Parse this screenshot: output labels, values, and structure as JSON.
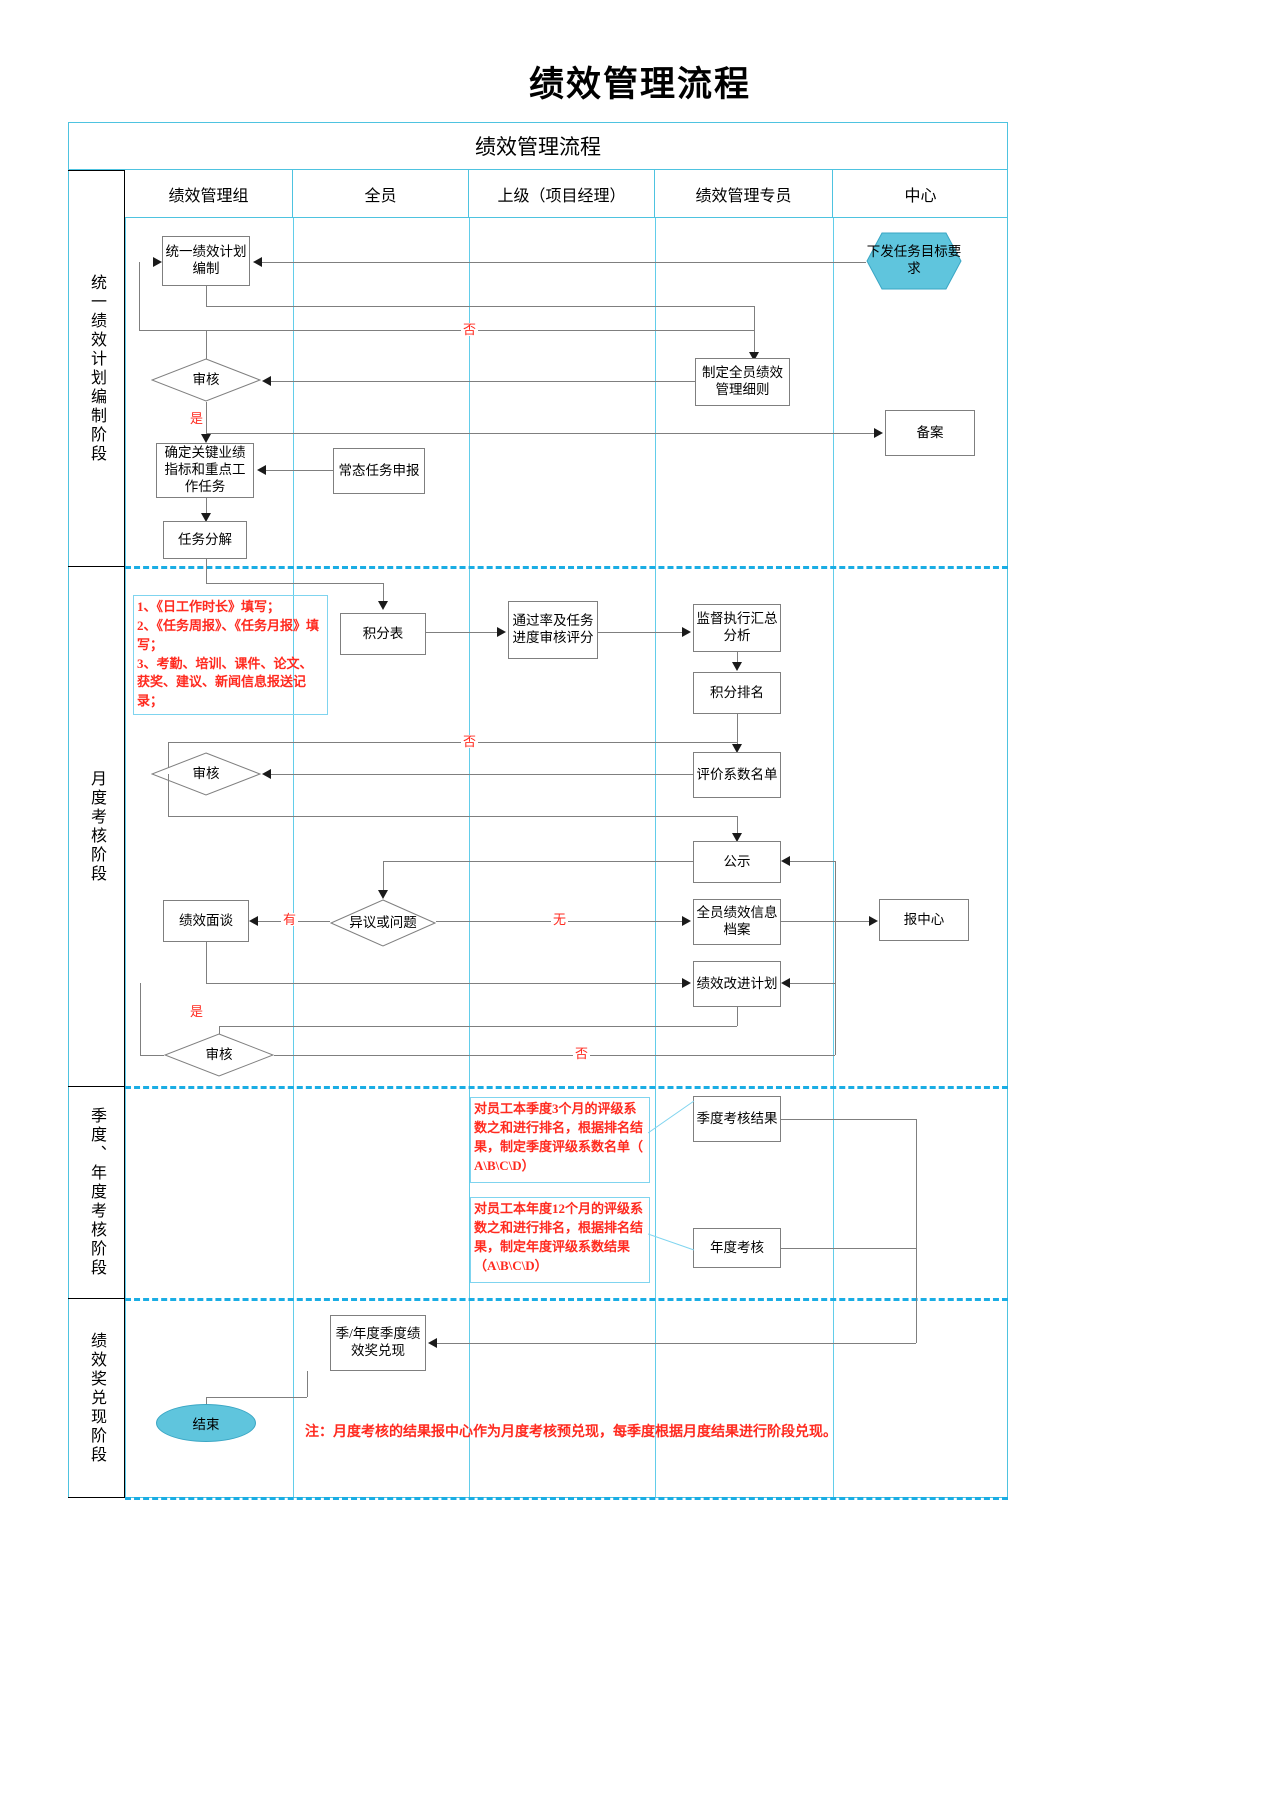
{
  "title": "绩效管理流程",
  "banner": "绩效管理流程",
  "columns": [
    {
      "label": "绩效管理组"
    },
    {
      "label": "全员"
    },
    {
      "label": "上级（项目经理）"
    },
    {
      "label": "绩效管理专员"
    },
    {
      "label": "中心"
    }
  ],
  "stages": [
    {
      "label": "统一绩效计划编制阶段"
    },
    {
      "label": "月度考核阶段"
    },
    {
      "label": "季度、年度考核阶段"
    },
    {
      "label": "绩效奖兑现阶段"
    }
  ],
  "nodes": {
    "unified_plan": "统一绩效计划编制",
    "issue_task_goal": "下发任务目标要求",
    "review1": "审核",
    "make_rules": "制定全员绩效管理细则",
    "filing": "备案",
    "key_kpi": "确定关键业绩指标和重点工作任务",
    "normal_task_report": "常态任务申报",
    "task_breakdown": "任务分解",
    "score_table": "积分表",
    "pass_rate_review": "通过率及任务进度审核评分",
    "supervise_analysis": "监督执行汇总分析",
    "score_ranking": "积分排名",
    "review2": "审核",
    "eval_coeff_list": "评价系数名单",
    "publicity": "公示",
    "perf_interview": "绩效面谈",
    "objection": "异议或问题",
    "all_staff_archive": "全员绩效信息档案",
    "report_center": "报中心",
    "improve_plan": "绩效改进计划",
    "review3": "审核",
    "quarter_result": "季度考核结果",
    "annual_review": "年度考核",
    "quarter_annual_bonus": "季/年度季度绩效奖兑现",
    "end": "结束"
  },
  "notes": {
    "monthly_records": "1、《日工作时长》填写；\n2、《任务周报》、《任务月报》填写；\n3、考勤、培训、课件、论文、获奖、建议、新闻信息报送记录；",
    "quarter_rule": "对员工本季度3个月的评级系数之和进行排名，根据排名结果，制定季度评级系数名单（ A\\B\\C\\D）",
    "annual_rule": "对员工本年度12个月的评级系数之和进行排名，根据排名结果，制定年度评级系数结果（A\\B\\C\\D）",
    "footnote": "注：月度考核的结果报中心作为月度考核预兑现，每季度根据月度结果进行阶段兑现。"
  },
  "edge_labels": {
    "no1": "否",
    "yes1": "是",
    "no2": "否",
    "has": "有",
    "none": "无",
    "yes2": "是",
    "no3": "否"
  },
  "colors": {
    "grid": "#4ec3e0",
    "stage_separator": "#1aade4",
    "node_border": "#7f7f7f",
    "accent_fill": "#5fc5dd",
    "annotation": "#ff2a1f"
  }
}
